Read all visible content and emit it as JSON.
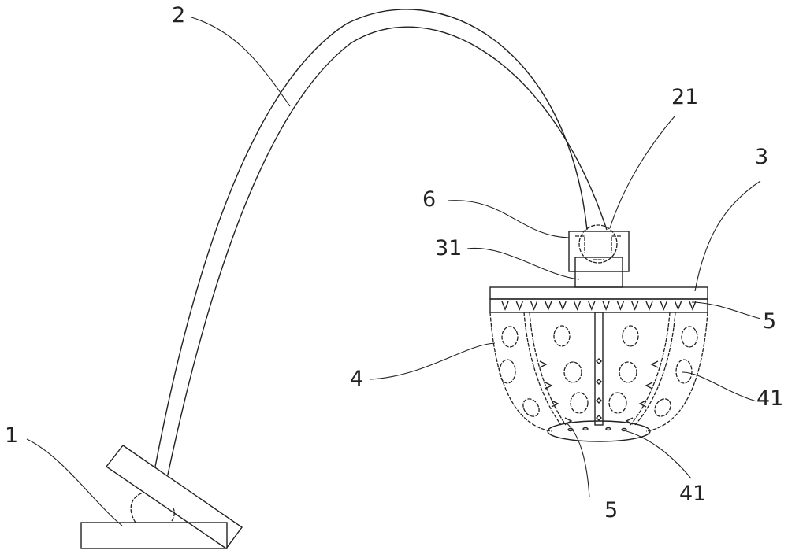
{
  "labels": {
    "base": "1",
    "tube": "2",
    "tube_end": "21",
    "top_plate": "3",
    "stem": "31",
    "spikes_top": "5",
    "basket": "4",
    "holes_side": "41",
    "spikes_bottom": "5",
    "holes_bottom": "41",
    "joint_box": "6"
  }
}
